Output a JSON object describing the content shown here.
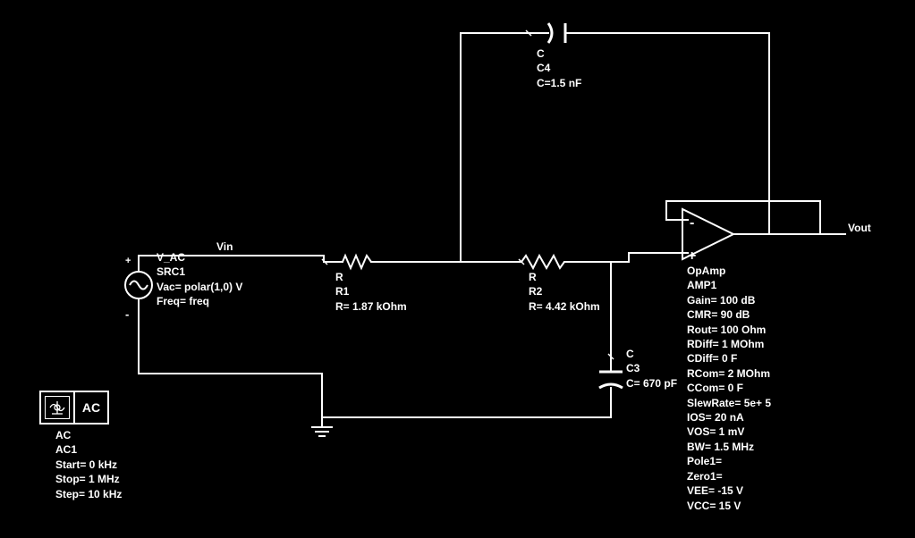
{
  "nets": {
    "vin": "Vin",
    "vout": "Vout"
  },
  "source": {
    "lines": [
      "V_AC",
      "SRC1",
      "Vac= polar(1,0) V",
      "Freq= freq"
    ],
    "plus": "+",
    "minus": "-"
  },
  "r1": {
    "lines": [
      "R",
      "R1",
      "R= 1.87 kOhm"
    ]
  },
  "r2": {
    "lines": [
      "R",
      "R2",
      "R= 4.42 kOhm"
    ]
  },
  "c3": {
    "lines": [
      "C",
      "C3",
      "C= 670 pF"
    ]
  },
  "c4": {
    "lines": [
      "C",
      "C4",
      "C=1.5 nF"
    ]
  },
  "opamp": {
    "minus": "-",
    "plus": "+",
    "lines": [
      "OpAmp",
      "AMP1",
      "Gain= 100 dB",
      "CMR= 90 dB",
      "Rout= 100 Ohm",
      "RDiff= 1 MOhm",
      "CDiff= 0 F",
      "RCom= 2 MOhm",
      "CCom= 0 F",
      "SlewRate= 5e+ 5",
      "IOS= 20 nA",
      "VOS= 1 mV",
      "BW= 1.5 MHz",
      "Pole1=",
      "Zero1=",
      "VEE= -15 V",
      "VCC= 15 V"
    ]
  },
  "ac_sim": {
    "icon": "ac-sim-icon",
    "box_label": "AC",
    "lines": [
      "AC",
      "AC1",
      "Start= 0 kHz",
      "Stop= 1 MHz",
      "Step= 10 kHz"
    ]
  }
}
